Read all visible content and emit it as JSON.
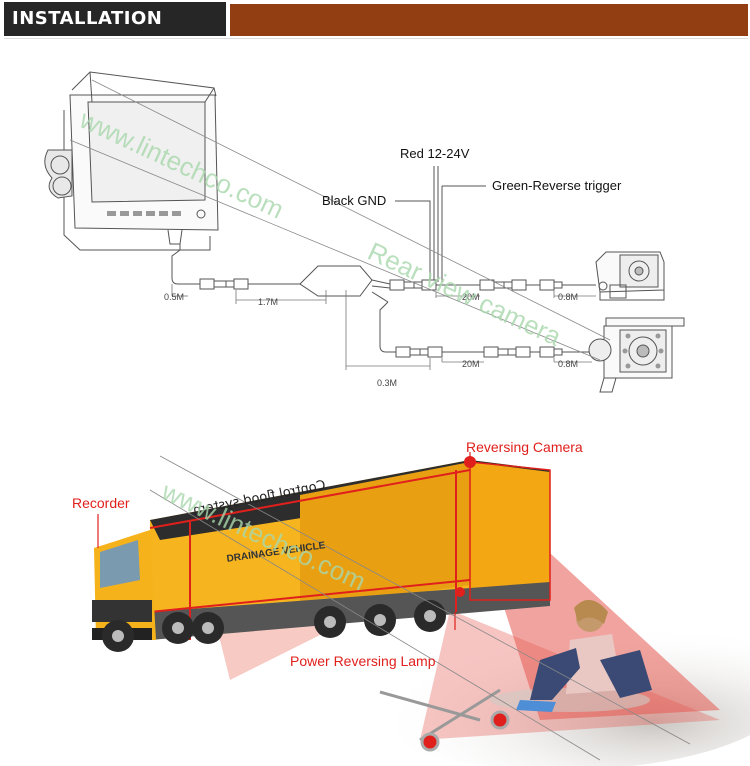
{
  "header": {
    "title": "INSTALLATION DIAGRAM",
    "accent": "#933e12"
  },
  "wiring": {
    "labels": {
      "red": "Red 12-24V",
      "black": "Black GND",
      "green": "Green-Reverse trigger"
    },
    "lengths": {
      "monitor_lead": "0.5M",
      "extension": "1.7M",
      "camera1_cable": "20M",
      "camera1_lead": "0.8M",
      "branch": "0.3M",
      "camera2_cable": "20M",
      "camera2_lead": "0.8M"
    }
  },
  "watermarks": {
    "site": "www.lintechco.com",
    "product": "Rear view camera"
  },
  "scene": {
    "labels": {
      "recorder": "Recorder",
      "camera": "Reversing Camera",
      "lamp": "Power Reversing Lamp"
    },
    "trailer_text": "Control flood system",
    "side_text": "DRAINAGE VEHICLE",
    "highlight": "#e0201c"
  }
}
